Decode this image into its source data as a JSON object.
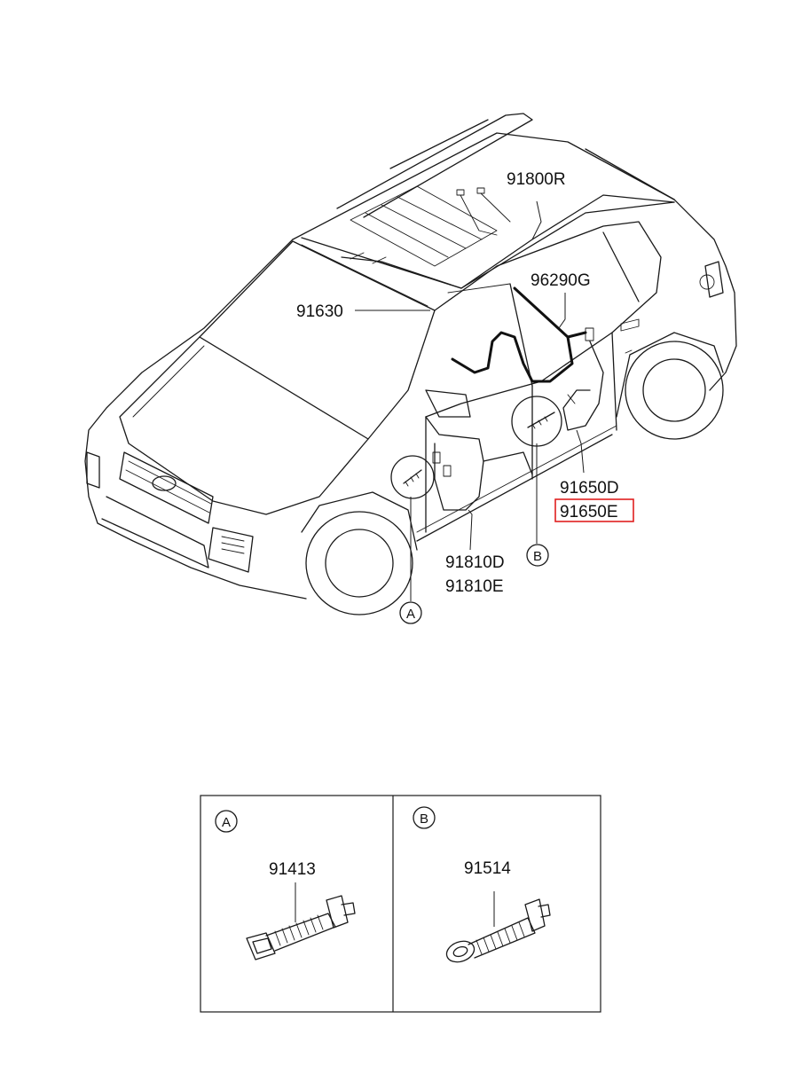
{
  "parts": {
    "p91800R": "91800R",
    "p96290G": "96290G",
    "p91630": "91630",
    "p91650D": "91650D",
    "p91650E": "91650E",
    "p91810D": "91810D",
    "p91810E": "91810E"
  },
  "callouts": {
    "a": "A",
    "b": "B"
  },
  "detail": {
    "a": {
      "letter": "A",
      "part": "91413"
    },
    "b": {
      "letter": "B",
      "part": "91514"
    }
  },
  "highlight": {
    "part": "91650E",
    "color": "#e02020"
  }
}
